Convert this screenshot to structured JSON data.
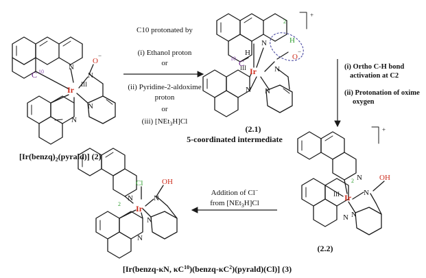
{
  "atoms": {
    "ir": "Ir",
    "n": "N",
    "o": "O",
    "c": "C",
    "h": "H",
    "cl": "Cl",
    "c10_locant": "10",
    "c2_locant": "2",
    "oxidation_state": "III",
    "o_minus_charge": "−",
    "oh": "OH"
  },
  "charge_plus": "+",
  "compound2": {
    "name_prefix": "[Ir(benzq)",
    "name_sub": "2",
    "name_suffix": "(pyrald)] (2)"
  },
  "intermediate_21": {
    "label": "(2.1)",
    "caption": "5-coordinated intermediate"
  },
  "intermediate_22": {
    "label": "(2.2)"
  },
  "compound3": {
    "name_a": "[Ir(benzq-κN, κC",
    "name_sup10": "10",
    "name_b": ")(benzq-κC",
    "name_sup2": "2",
    "name_c": ")(pyrald)(Cl)] (3)"
  },
  "arrow1": {
    "title": "C10 protonated by",
    "opt1": "(i) Ethanol proton",
    "or1": "or",
    "opt2": "(ii) Pyridine-2-aldoxime",
    "opt2b": "proton",
    "or2": "or",
    "opt3_prefix": "(iii) [NEt",
    "opt3_sub": "3",
    "opt3_suffix": "H]Cl"
  },
  "arrow2": {
    "l1": "(i) Ortho  C-H bond",
    "l2": "activation at C2",
    "l3": "(ii) Protonation of oxime",
    "l4": "oxygen"
  },
  "arrow3": {
    "l1_prefix": "Addition of Cl",
    "l1_sup": "−",
    "l2_prefix": "from [NEt",
    "l2_sub": "3",
    "l2_suffix": "H]Cl"
  }
}
